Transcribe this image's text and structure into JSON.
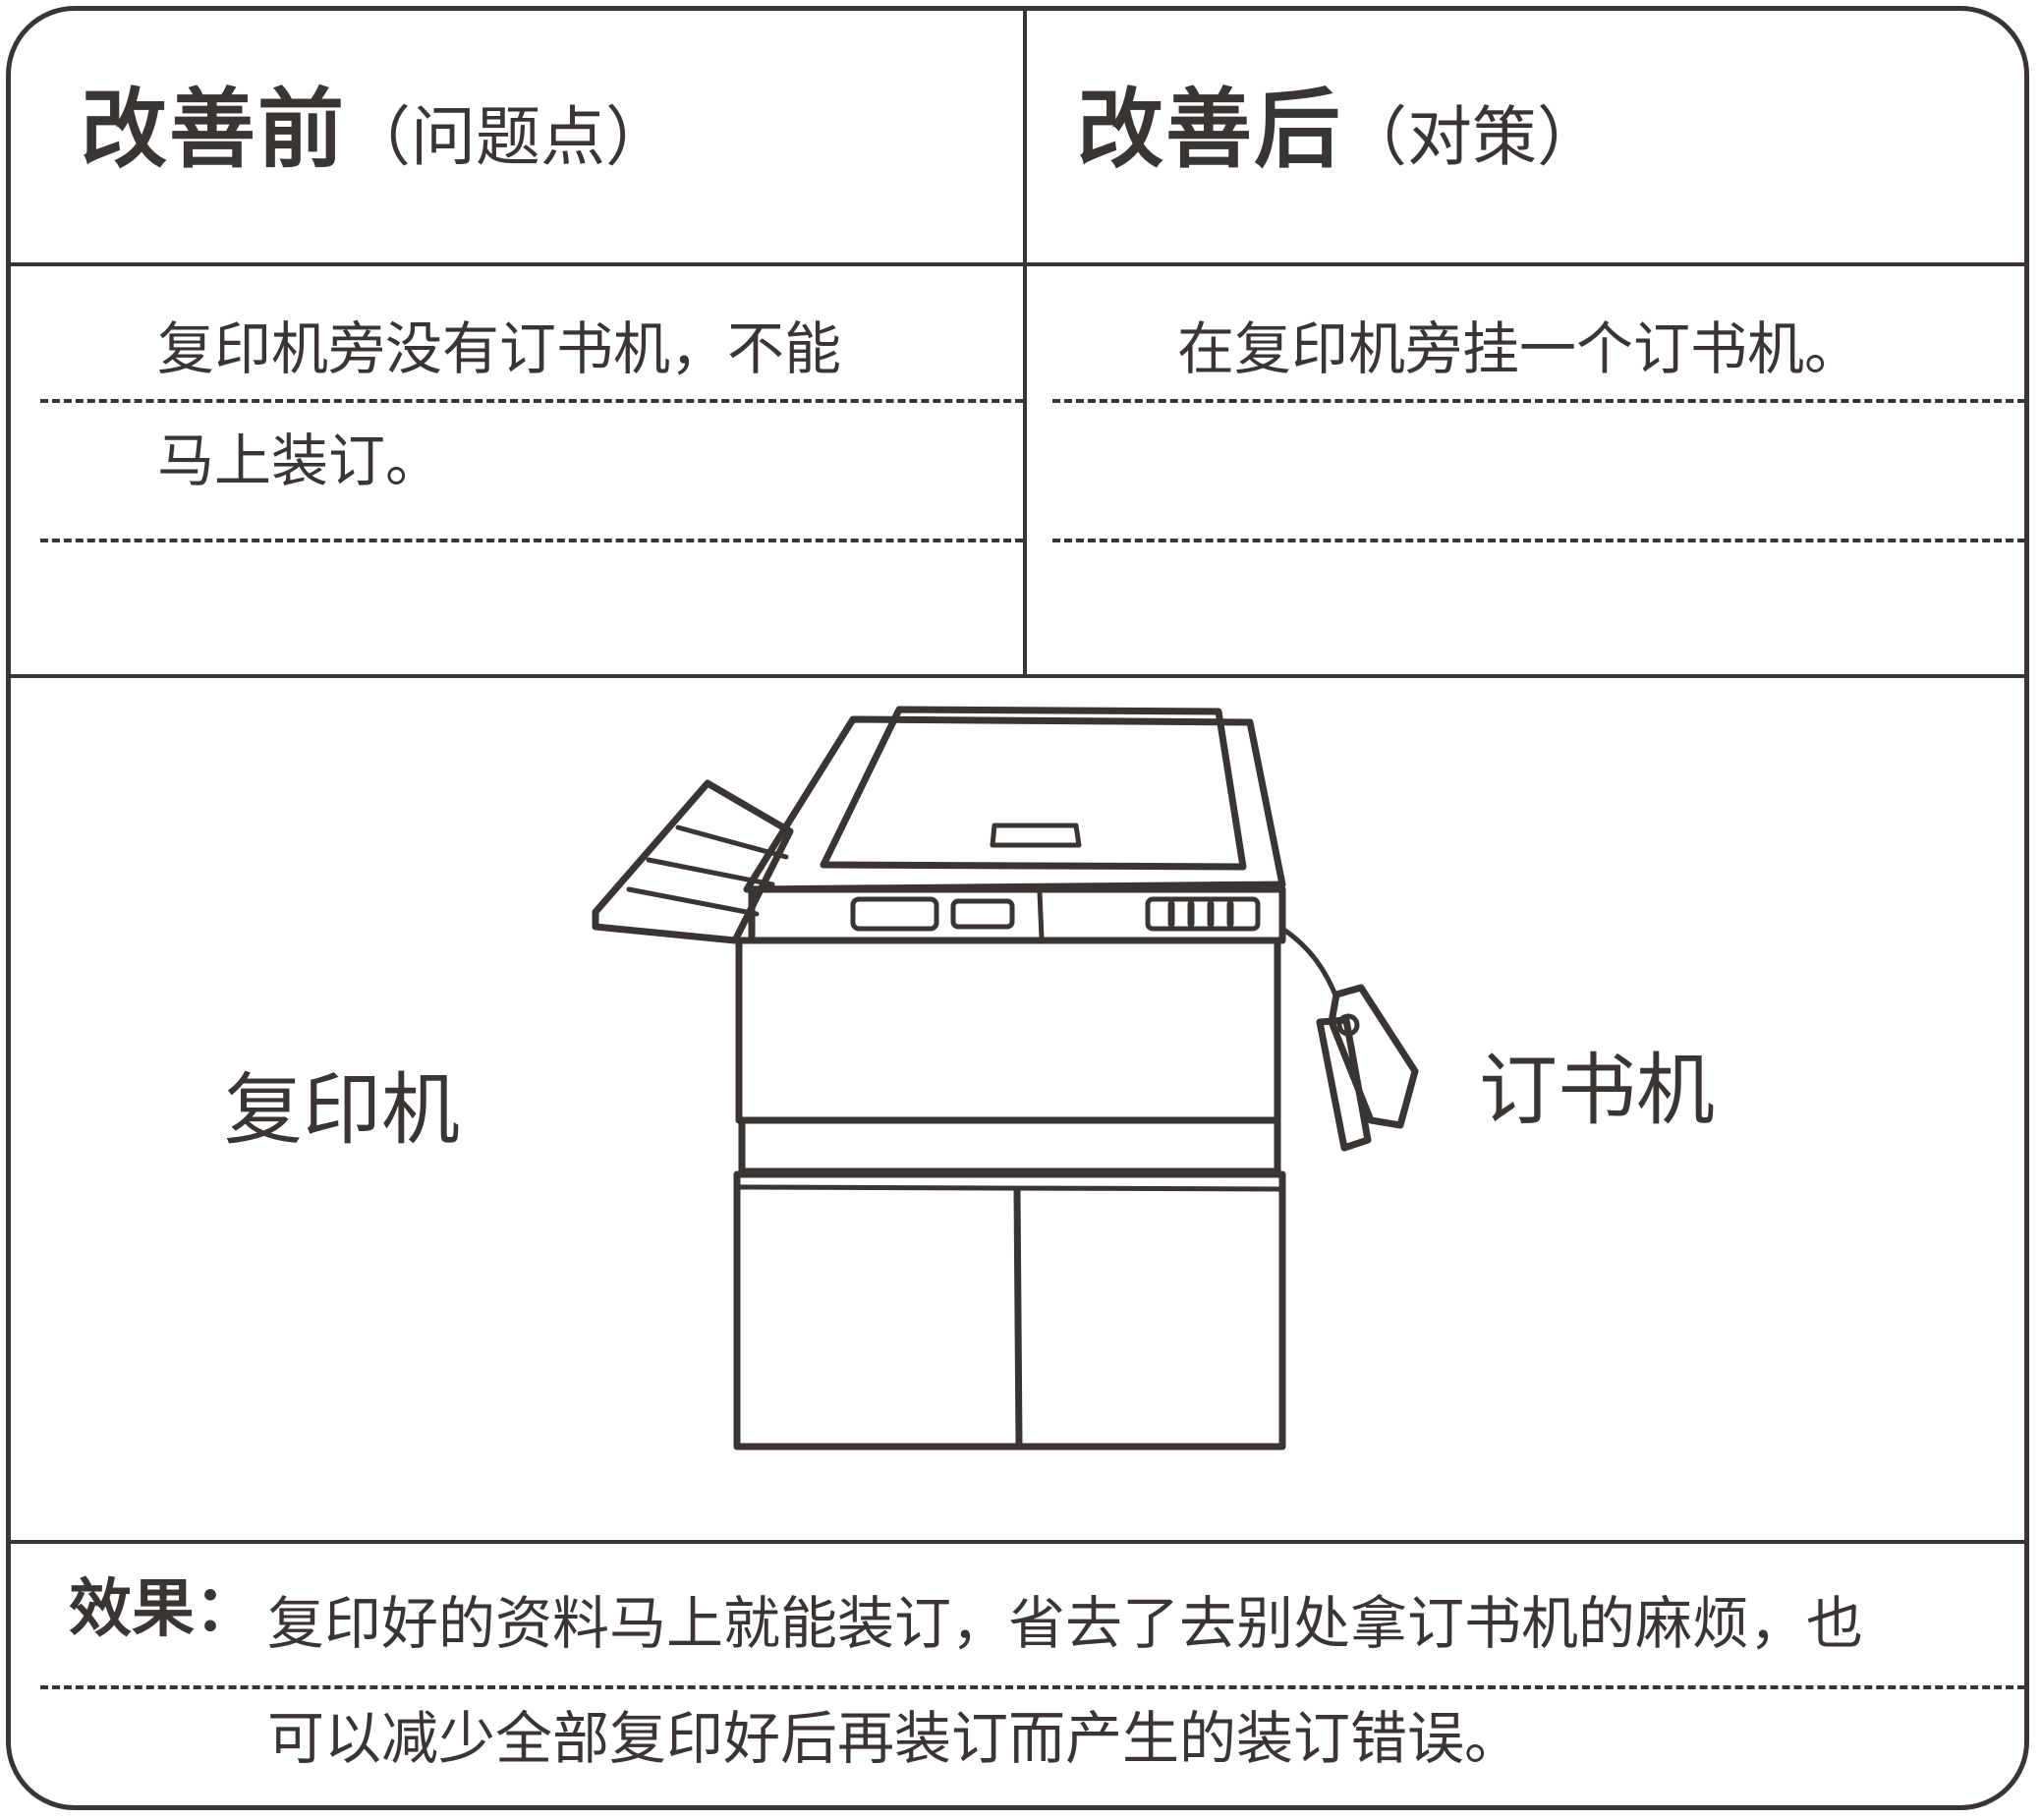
{
  "before": {
    "title": "改善前",
    "subtitle": "（问题点）",
    "line1": "复印机旁没有订书机，不能",
    "line2": "马上装订。"
  },
  "after": {
    "title": "改善后",
    "subtitle": "（对策）",
    "line1": "在复印机旁挂一个订书机。"
  },
  "illustration": {
    "copier_label": "复印机",
    "stapler_label": "订书机"
  },
  "effect": {
    "label": "效果：",
    "line1": "复印好的资料马上就能装订，省去了去别处拿订书机的麻烦，也",
    "line2": "可以减少全部复印好后再装订而产生的装订错误。"
  },
  "colors": {
    "ink": "#3a3432",
    "background": "#ffffff"
  }
}
